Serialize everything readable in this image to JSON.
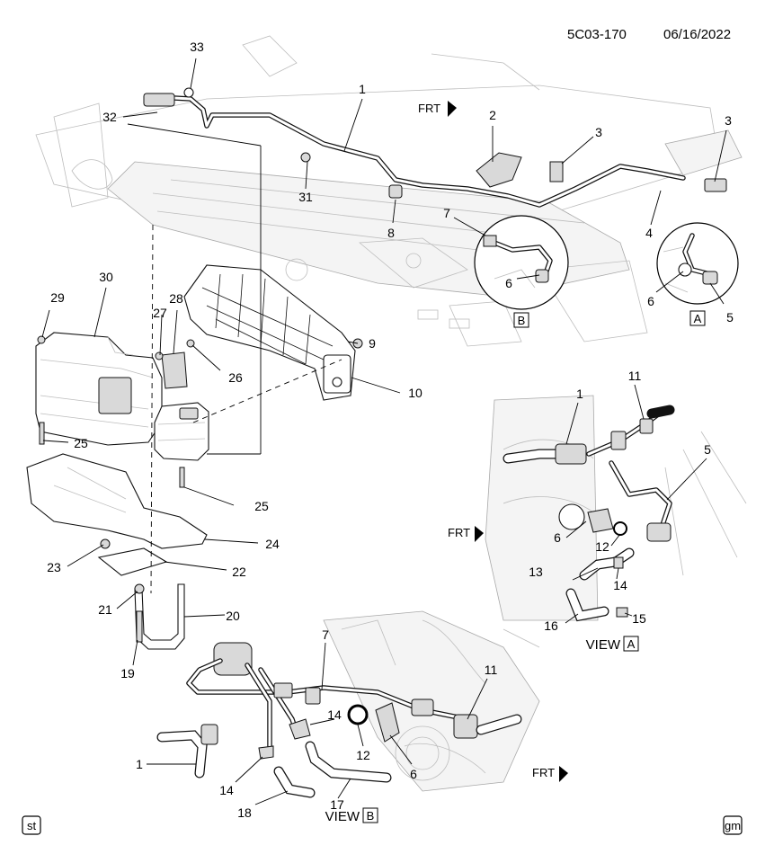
{
  "header": {
    "doc_id": "5C03-170",
    "date": "06/16/2022"
  },
  "callouts": {
    "c1a": "1",
    "c1b": "1",
    "c1c": "1",
    "c2": "2",
    "c3a": "3",
    "c3b": "3",
    "c4": "4",
    "c5a": "5",
    "c5b": "5",
    "c6a": "6",
    "c6b": "6",
    "c6c": "6",
    "c6d": "6",
    "c7a": "7",
    "c7b": "7",
    "c8": "8",
    "c9": "9",
    "c10": "10",
    "c11a": "11",
    "c11b": "11",
    "c12a": "12",
    "c12b": "12",
    "c13": "13",
    "c14a": "14",
    "c14b": "14",
    "c14c": "14",
    "c15": "15",
    "c16": "16",
    "c17": "17",
    "c18": "18",
    "c19": "19",
    "c20": "20",
    "c21": "21",
    "c22": "22",
    "c23": "23",
    "c24": "24",
    "c25a": "25",
    "c25b": "25",
    "c26": "26",
    "c27": "27",
    "c28": "28",
    "c29": "29",
    "c30": "30",
    "c31": "31",
    "c32": "32",
    "c33": "33"
  },
  "detail_boxes": {
    "a": "A",
    "b": "B"
  },
  "views": {
    "a": {
      "prefix": "VIEW",
      "box": "A"
    },
    "b": {
      "prefix": "VIEW",
      "box": "B"
    }
  },
  "frt_label": "FRT",
  "footer": {
    "left_badge": "st",
    "right_badge": "gm"
  }
}
